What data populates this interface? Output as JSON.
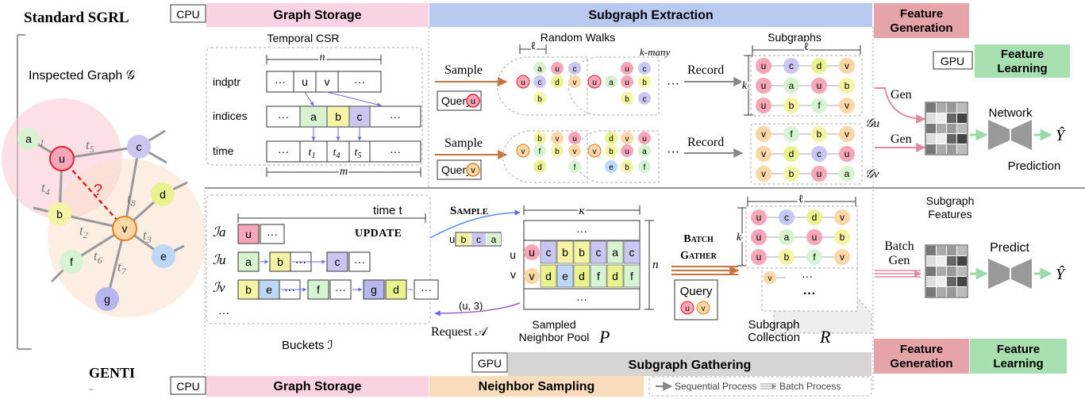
{
  "top": {
    "method": "Standard SGRL",
    "stages": {
      "cpu": "CPU",
      "storage": "Graph Storage",
      "extraction": "Subgraph Extraction",
      "feat_gen": "Feature Generation",
      "gpu": "GPU",
      "feat_learn": "Feature Learning"
    },
    "csr": {
      "title": "Temporal CSR",
      "n": "n",
      "m": "m",
      "rows": [
        "indptr",
        "indices",
        "time"
      ],
      "indptr_cells": [
        "···",
        "u",
        "v",
        "···"
      ],
      "indices_cells": [
        "···",
        "a",
        "b",
        "c",
        "···"
      ],
      "time_cells": [
        "···",
        "t1",
        "t4",
        "t5",
        "···"
      ]
    },
    "walks": {
      "title": "Random Walks",
      "ell": "ℓ",
      "kmany": "k-many",
      "sample": "Sample",
      "record": "Record",
      "query": "Query",
      "dots": "···"
    },
    "subgraphs": {
      "title": "Subgraphs",
      "ell": "ℓ",
      "k": "k",
      "Gu": "𝒢u",
      "Gv": "𝒢v",
      "u_rows": [
        [
          "u",
          "c",
          "d",
          "v"
        ],
        [
          "u",
          "a",
          "u",
          "b"
        ],
        [
          "u",
          "b",
          "f",
          "v"
        ]
      ],
      "v_rows": [
        [
          "v",
          "f",
          "b",
          "v"
        ],
        [
          "v",
          "d",
          "c",
          "u"
        ],
        [
          "v",
          "b",
          "u",
          "a"
        ]
      ]
    },
    "learning": {
      "gen": "Gen",
      "network": "Network",
      "prediction": "Prediction",
      "yhat": "Ŷ"
    }
  },
  "graph": {
    "title": "Inspected Graph 𝒢",
    "question": "?",
    "nodes": [
      "a",
      "u",
      "c",
      "b",
      "d",
      "v",
      "f",
      "e",
      "g"
    ],
    "edge_labels": [
      "t1",
      "t5",
      "t4",
      "t8",
      "t2",
      "t3",
      "t6",
      "t7"
    ]
  },
  "bottom": {
    "method": "GENTI",
    "stages": {
      "cpu": "CPU",
      "storage": "Graph Storage",
      "sampling": "Neighbor Sampling",
      "gpu": "GPU",
      "gathering": "Subgraph Gathering",
      "feat_gen": "Feature Generation",
      "feat_learn": "Feature Learning"
    },
    "buckets": {
      "time": "time t",
      "update": "Update",
      "caption": "Buckets ℐ",
      "rows": [
        {
          "label": "ℐa",
          "items": [
            "u",
            "···"
          ]
        },
        {
          "label": "ℐu",
          "items": [
            "a",
            "b",
            "···",
            "c",
            "···"
          ]
        },
        {
          "label": "ℐv",
          "items": [
            "b",
            "e",
            "···",
            "f",
            "···",
            "g",
            "d",
            "···"
          ]
        }
      ],
      "more": "···"
    },
    "sample": "Sample",
    "sample_row": [
      "u",
      "b",
      "c",
      "a"
    ],
    "request": "Request 𝒜",
    "request_tuple": "(u, 3)",
    "pool": {
      "kappa": "κ",
      "n": "n",
      "row_u": [
        "u",
        "c",
        "b",
        "b",
        "c",
        "a",
        "c"
      ],
      "row_v": [
        "v",
        "d",
        "e",
        "d",
        "f",
        "d",
        "f"
      ],
      "dots": "···",
      "caption1": "Sampled",
      "caption2": "Neighbor Pool",
      "P": "P"
    },
    "batch_gather": [
      "Batch",
      "Gather"
    ],
    "query": "Query",
    "collection": {
      "ell": "ℓ",
      "k": "k",
      "rows": [
        [
          "u",
          "c",
          "d",
          "v"
        ],
        [
          "u",
          "a",
          "u",
          "b"
        ],
        [
          "u",
          "b",
          "f",
          "v"
        ]
      ],
      "extra": [
        "v",
        "···"
      ],
      "caption1": "Subgraph",
      "caption2": "Collection",
      "R": "R"
    },
    "learning": {
      "features1": "Subgraph",
      "features2": "Features",
      "batch_gen": [
        "Batch",
        "Gen"
      ],
      "predict": "Predict",
      "yhat": "Ŷ"
    },
    "legend": {
      "sequential": "Sequential Process",
      "batch": "Batch Process"
    }
  },
  "colors": {
    "storage": "#f9d3e3",
    "extraction": "#b8c8ef",
    "feat_gen": "#e5a4a8",
    "feat_learn": "#a8dfb0",
    "sampling": "#f8dcbc",
    "gathering": "#d7d5d3",
    "u": "#f6a6b8",
    "v": "#fbd7a8",
    "a": "#d8f2cf",
    "b": "#f4f4a4",
    "c": "#c9c7ef",
    "d": "#eaf28f",
    "e": "#bcd8f4",
    "f": "#d6f4d4",
    "g": "#b8b6ee"
  }
}
